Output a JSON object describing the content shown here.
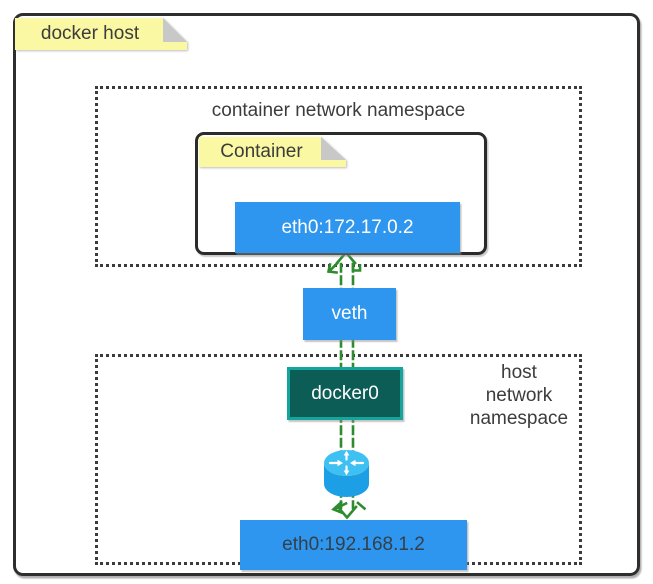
{
  "docker_host": {
    "label": "docker host"
  },
  "container_ns": {
    "title": "container network namespace",
    "container_label": "Container",
    "eth0_label": "eth0:172.17.0.2"
  },
  "veth": {
    "label": "veth"
  },
  "host_ns": {
    "title_lines": [
      "host",
      "network",
      "namespace"
    ],
    "docker0_label": "docker0",
    "eth0_label": "eth0:192.168.1.2"
  },
  "icons": {
    "note_fold": "folded-corner-icon",
    "router": "router-icon"
  },
  "colors": {
    "node_blue": "#2e96ee",
    "docker0_fill": "#0b5d56",
    "docker0_border": "#16a59c",
    "note_yellow": "#faf8a2",
    "fold_gray": "#c8c8c8",
    "connector_green": "#2e8b2f",
    "border_dark": "#2e2e2e",
    "dotted_border": "#3b3b3b",
    "text_dark": "#3c3c3c",
    "host_eth0_text": "#344049",
    "router_top": "#3ec1f2",
    "router_body": "#1c9fe5"
  }
}
